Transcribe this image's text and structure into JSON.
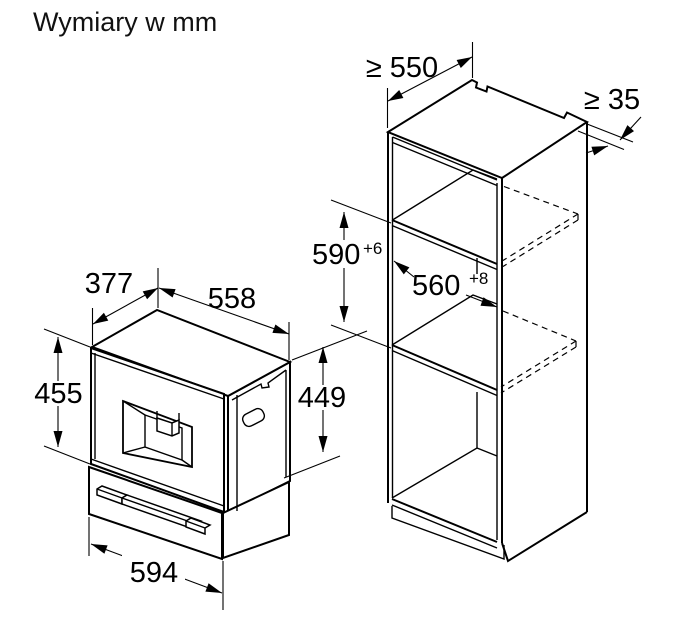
{
  "title": "Wymiary w mm",
  "units": "mm",
  "colors": {
    "line": "#000000",
    "background": "#ffffff"
  },
  "appliance": {
    "name": "built-in-coffee-machine-with-drawer",
    "dimensions": {
      "depth": "377",
      "width_top": "558",
      "height_front": "455",
      "height_side": "449",
      "width_bottom": "594"
    }
  },
  "cabinet": {
    "name": "tall-cabinet-niche",
    "dimensions": {
      "depth_min": "≥ 550",
      "rear_gap_min": "≥ 35",
      "niche_height": {
        "base": "590",
        "tolerance": "+6"
      },
      "niche_width": {
        "base": "560",
        "tolerance": "+8"
      }
    }
  }
}
